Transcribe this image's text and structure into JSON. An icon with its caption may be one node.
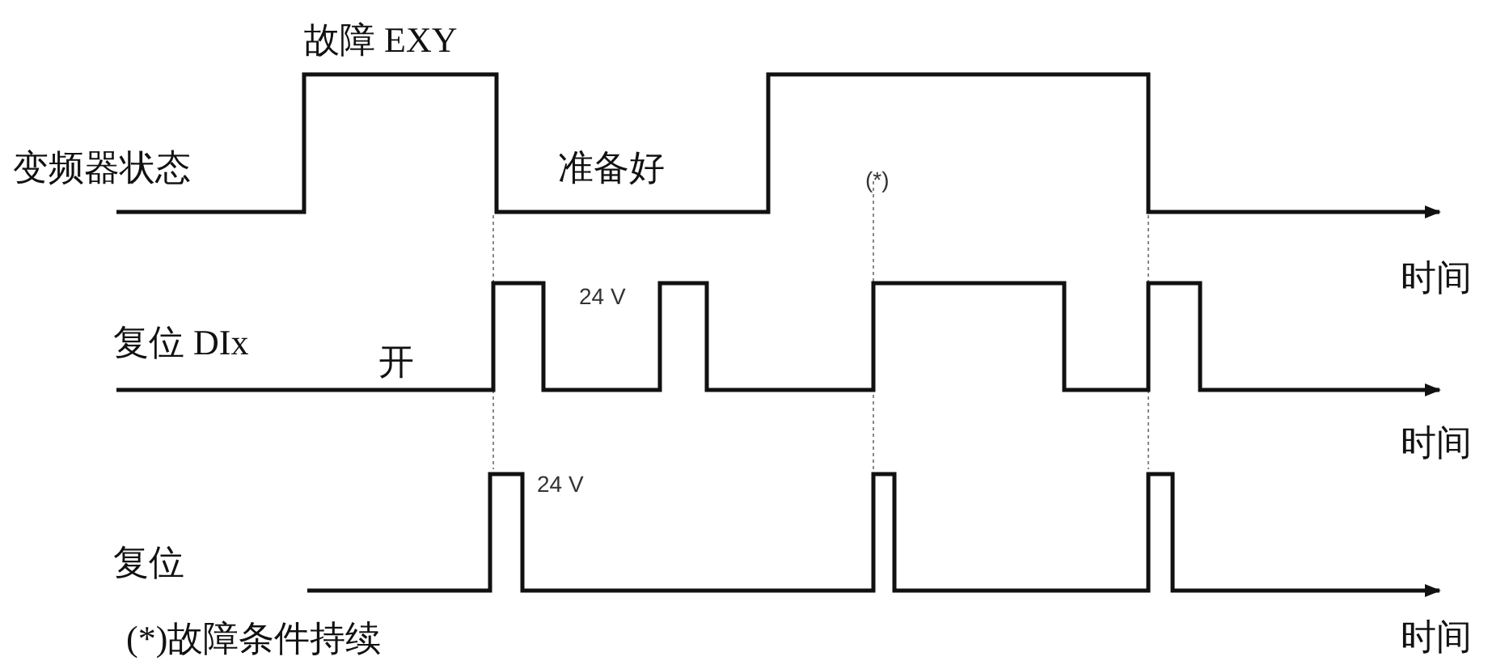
{
  "diagram": {
    "labels": [
      "故障 EXY",
      "变频器状态",
      "准备好",
      "(*)",
      "时间",
      "24 V",
      "复位 DIx",
      "开",
      "时间",
      "24 V",
      "复位",
      "(*)故障条件持续",
      "时间"
    ]
  }
}
